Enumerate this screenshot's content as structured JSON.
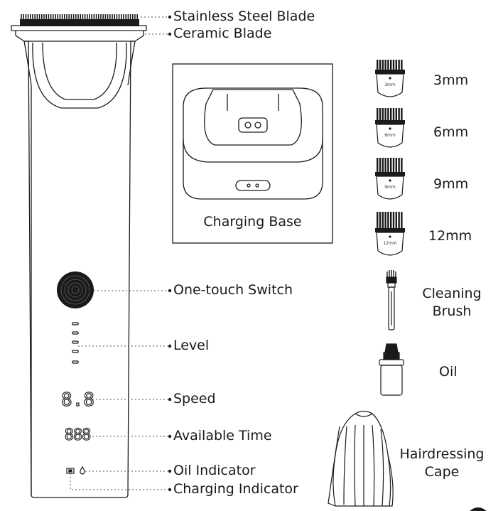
{
  "callouts": {
    "stainless_steel_blade": "Stainless Steel Blade",
    "ceramic_blade": "Ceramic Blade",
    "one_touch_switch": "One-touch Switch",
    "level": "Level",
    "speed": "Speed",
    "available_time": "Available Time",
    "oil_indicator": "Oil Indicator",
    "charging_indicator": "Charging Indicator"
  },
  "charging_base": {
    "label": "Charging Base"
  },
  "guide_combs": [
    {
      "label": "3mm",
      "stamp": "3mm"
    },
    {
      "label": "6mm",
      "stamp": "6mm"
    },
    {
      "label": "9mm",
      "stamp": "9mm"
    },
    {
      "label": "12mm",
      "stamp": "12mm"
    }
  ],
  "accessories": {
    "cleaning_brush": [
      "Cleaning",
      "Brush"
    ],
    "oil": "Oil",
    "hairdressing_cape": [
      "Hairdressing",
      "Cape"
    ]
  },
  "display": {
    "speed_digits": "8.8",
    "time_digits": "888"
  },
  "colors": {
    "line": "#1a1a1a",
    "leader": "#555555"
  }
}
